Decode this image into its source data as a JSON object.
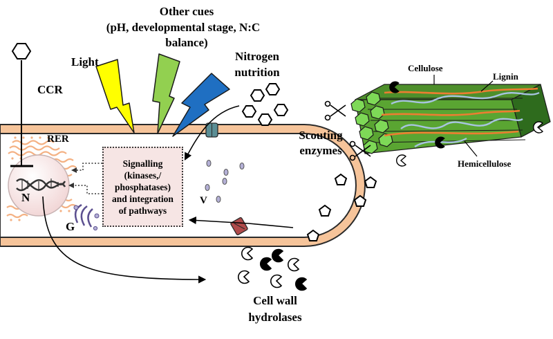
{
  "labels": {
    "ccr": "CCR",
    "light": "Light",
    "other_cues_title": "Other cues",
    "other_cues_line2": "(pH, developmental stage, N:C",
    "other_cues_line3": "balance)",
    "nitrogen_line1": "Nitrogen",
    "nitrogen_line2": "nutrition",
    "rer": "RER",
    "nucleus": "N",
    "golgi": "G",
    "vacuole": "V",
    "scouting_line1": "Scouting",
    "scouting_line2": "enzymes",
    "cellulose": "Cellulose",
    "lignin": "Lignin",
    "hemicellulose": "Hemicellulose",
    "hydrolases_line1": "Cell wall",
    "hydrolases_line2": "hydrolases"
  },
  "signalling_box": {
    "line1": "Signalling",
    "line2": "(kinases,/",
    "line3": "phosphatases)",
    "line4": "and integration",
    "line5": "of pathways"
  },
  "colors": {
    "cell_wall": "#f6c49a",
    "cell_wall_outline": "#2a2a2a",
    "bolt_light": "#ffff00",
    "bolt_other": "#92d050",
    "bolt_nitrogen": "#1f6fc2",
    "fibre_green": "#5aa532",
    "fibre_dark": "#2e6b1d",
    "lignin": "#ed7d31",
    "hemicellulose": "#a8c4e0",
    "signal_box_fill": "#f6e5e4",
    "rer": "#f4b183",
    "vesicle": "#b4b0d6",
    "transporter_teal": "#5b8e95",
    "transporter_red": "#b04a4a"
  },
  "icons": [
    "hexagon-icon",
    "pentagon-icon",
    "pacman-enzyme-icon",
    "scissors-icon",
    "dna-icon",
    "lightning-bolt-icon"
  ]
}
